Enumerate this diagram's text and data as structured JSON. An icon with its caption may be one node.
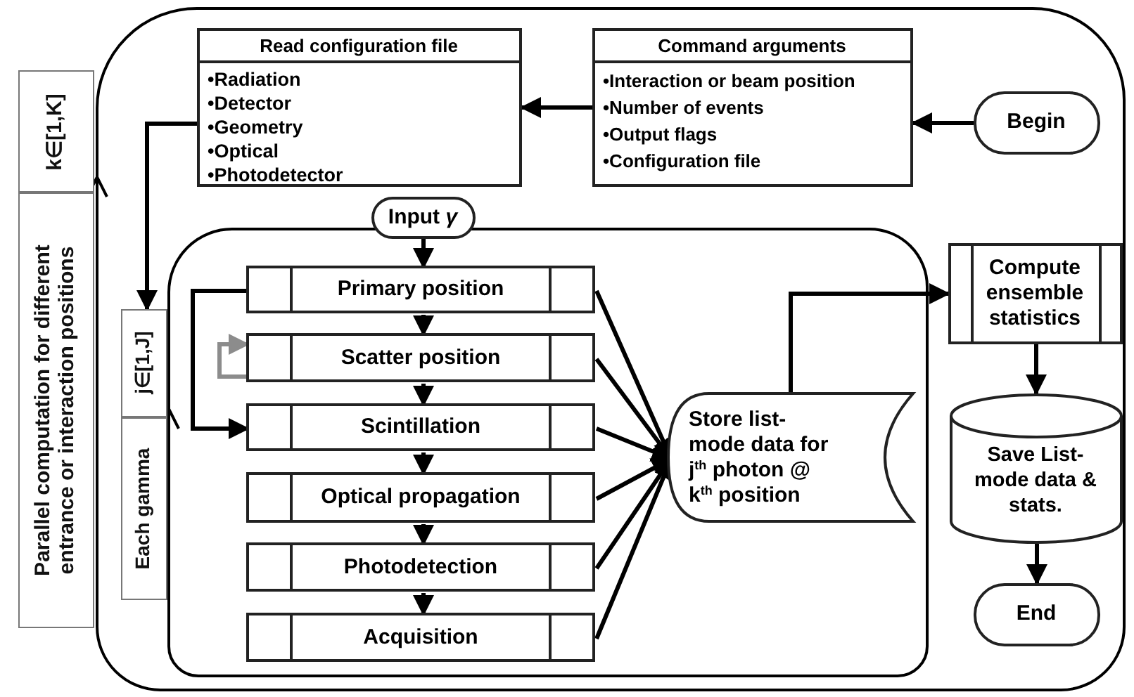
{
  "diagram": {
    "nodes": [
      {
        "text": [
          "k∈[1,K]"
        ]
      },
      {
        "text": [
          "Parallel computation for different entrance or interaction positions"
        ]
      },
      {
        "text": [],
        "shape": "box"
      },
      {
        "text": [
          "Read configuration file",
          "•Radiation",
          "•Detector",
          "•Geometry",
          "•Optical",
          "•Photodetector"
        ],
        "in": 2
      },
      {
        "text": [
          "Command arguments",
          "•Interaction or beam position",
          "•Number of events",
          "•Output flags",
          "•Configuration file"
        ],
        "in": 2
      },
      {
        "text": [
          "Begin"
        ],
        "in": 2
      },
      {
        "text": [
          "j∈[1,J]"
        ],
        "in": 2
      },
      {
        "text": [
          "Each gamma"
        ],
        "in": 2
      },
      {
        "text": [],
        "shape": "box",
        "in": 2
      },
      {
        "text": [
          "Input *γ*"
        ],
        "in": 2
      },
      {
        "text": [
          "Primary position"
        ],
        "in": 8
      },
      {
        "text": [
          "Scatter position"
        ],
        "in": 8
      },
      {
        "text": [
          "Scintillation"
        ],
        "in": 8
      },
      {
        "text": [
          "Optical propagation"
        ],
        "in": 8
      },
      {
        "text": [
          "Photodetection"
        ],
        "in": 8
      },
      {
        "text": [
          "Acquisition"
        ],
        "in": 8
      },
      {
        "text": [
          "Store list-mode data for j$^{th}$ photon @ k$^{th}$ position"
        ],
        "in": 8
      },
      {
        "text": [
          "Compute ensemble statistics"
        ],
        "in": 2
      },
      {
        "text": [
          "Save List-mode data & stats."
        ],
        "in": 2
      },
      {
        "text": [
          "End"
        ],
        "in": 2
      }
    ],
    "edges": [
      {
        "from": 5,
        "to": 4,
        "arrow": "to"
      },
      {
        "from": 4,
        "to": 3,
        "arrow": "to"
      },
      {
        "from": 3,
        "to": 6,
        "arrow": "to"
      },
      {
        "from": 9,
        "to": 10,
        "arrow": "to"
      },
      {
        "from": 10,
        "to": 11,
        "arrow": "to"
      },
      {
        "from": 11,
        "to": 12,
        "arrow": "to"
      },
      {
        "from": 12,
        "to": 13,
        "arrow": "to"
      },
      {
        "from": 13,
        "to": 14,
        "arrow": "to"
      },
      {
        "from": 14,
        "to": 15,
        "arrow": "to"
      },
      {
        "from": 10,
        "to": 12,
        "arrow": "to"
      },
      {
        "from": 11,
        "to": 11,
        "arrow": "to",
        "color": "#8c8c8c"
      },
      {
        "from": 10,
        "to": 16,
        "arrow": "to"
      },
      {
        "from": 11,
        "to": 16,
        "arrow": "to"
      },
      {
        "from": 12,
        "to": 16,
        "arrow": "to"
      },
      {
        "from": 13,
        "to": 16,
        "arrow": "to"
      },
      {
        "from": 14,
        "to": 16,
        "arrow": "to"
      },
      {
        "from": 15,
        "to": 16,
        "arrow": "to"
      },
      {
        "from": 16,
        "to": 17,
        "arrow": "to"
      },
      {
        "from": 17,
        "to": 18,
        "arrow": "to"
      },
      {
        "from": 18,
        "to": 19,
        "arrow": "to"
      }
    ]
  }
}
